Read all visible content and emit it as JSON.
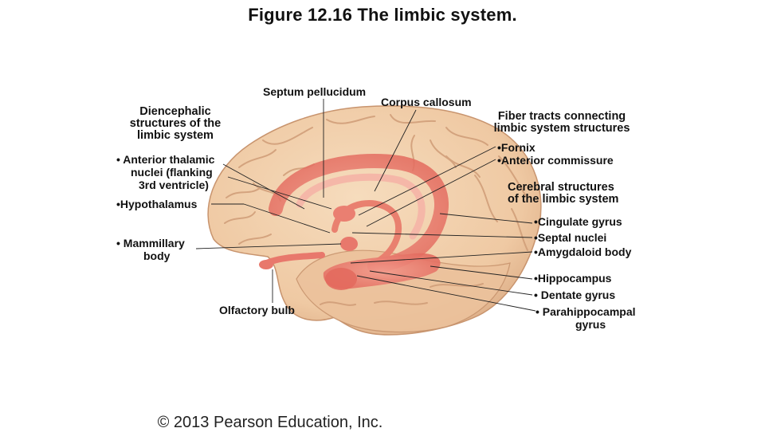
{
  "title": "Figure 12.16  The limbic system.",
  "labels": {
    "septum_pellucidum": "Septum pellucidum",
    "corpus_callosum": "Corpus callosum",
    "diencephalic_heading": [
      "Diencephalic",
      "structures of the",
      "limbic system"
    ],
    "anterior_thalamic": [
      "• Anterior thalamic",
      "nuclei (flanking",
      "3rd ventricle)"
    ],
    "hypothalamus": "•Hypothalamus",
    "mammillary_body": [
      "• Mammillary",
      "body"
    ],
    "olfactory_bulb": "Olfactory bulb",
    "fiber_tracts_heading": [
      "Fiber tracts connecting",
      "limbic system structures"
    ],
    "fornix": "•Fornix",
    "anterior_commissure": "•Anterior commissure",
    "cerebral_heading": [
      "Cerebral structures",
      "of the limbic system"
    ],
    "cingulate_gyrus": "•Cingulate gyrus",
    "septal_nuclei": "•Septal nuclei",
    "amygdaloid_body": "•Amygdaloid body",
    "hippocampus": "•Hippocampus",
    "dentate_gyrus": "• Dentate gyrus",
    "parahippocampal_gyrus": [
      "• Parahippocampal",
      "gyrus"
    ]
  },
  "colors": {
    "brain": "#f0cfac",
    "brain_shadow": "#d9a982",
    "limbic": "#e8786c",
    "leader": "#222222"
  },
  "copyright": "© 2013 Pearson Education, Inc."
}
